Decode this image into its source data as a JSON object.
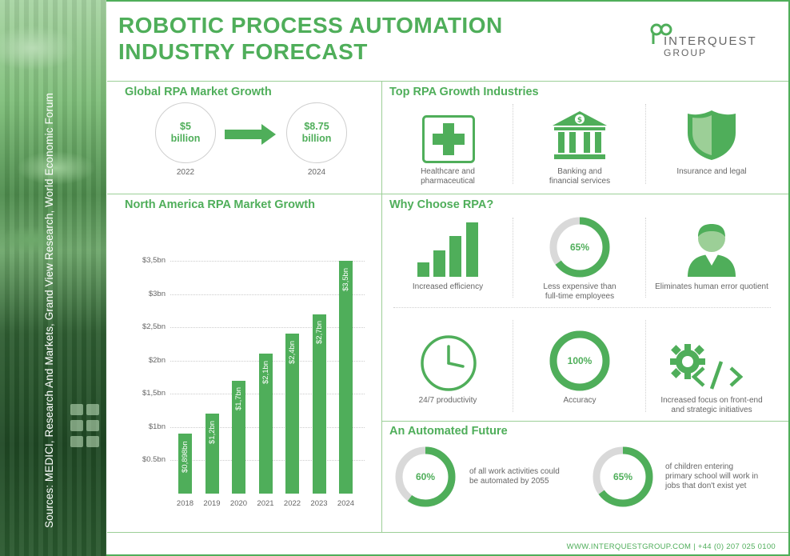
{
  "title_line1": "ROBOTIC PROCESS AUTOMATION",
  "title_line2": "INDUSTRY FORECAST",
  "logo": {
    "name": "INTERQUEST",
    "sub": "GROUP"
  },
  "sources": "Sources: MEDICI, Research And Markets, Grand View Research, World Economic Forum",
  "global": {
    "heading": "Global RPA Market Growth",
    "from_value": "$5",
    "from_unit": "billion",
    "from_year": "2022",
    "to_value": "$8.75",
    "to_unit": "billion",
    "to_year": "2024"
  },
  "industries": {
    "heading": "Top RPA Growth Industries",
    "items": [
      {
        "icon": "medical-cross-icon",
        "label_line1": "Healthcare and",
        "label_line2": "pharmaceutical"
      },
      {
        "icon": "bank-icon",
        "label_line1": "Banking and",
        "label_line2": "financial services"
      },
      {
        "icon": "shield-icon",
        "label_line1": "Insurance and legal",
        "label_line2": ""
      }
    ]
  },
  "north_america": {
    "heading": "North America RPA Market Growth"
  },
  "chart_data": {
    "type": "bar",
    "title": "North America RPA Market Growth",
    "categories": [
      "2018",
      "2019",
      "2020",
      "2021",
      "2022",
      "2023",
      "2024"
    ],
    "values": [
      0.898,
      1.2,
      1.7,
      2.1,
      2.4,
      2.7,
      3.5
    ],
    "data_labels": [
      "$0,898bn",
      "$1,2bn",
      "$1,7bn",
      "$2,1bn",
      "$2,4bn",
      "$2,7bn",
      "$3,5bn"
    ],
    "ylim": [
      0,
      3.5
    ],
    "yticks": [
      0.5,
      1,
      1.5,
      2,
      2.5,
      3,
      3.5
    ],
    "ytick_labels": [
      "$0.5bn",
      "$1bn",
      "$1,5bn",
      "$2bn",
      "$2,5bn",
      "$3bn",
      "$3,5bn"
    ],
    "grid": true,
    "color": "#4fae5a"
  },
  "why": {
    "heading": "Why Choose RPA?",
    "items": [
      {
        "icon": "bar-chart-icon",
        "label_line1": "Increased efficiency",
        "label_line2": ""
      },
      {
        "icon": "ring-icon",
        "ring_value": "65%",
        "ring_fraction": 0.65,
        "label_line1": "Less expensive than",
        "label_line2": "full-time employees"
      },
      {
        "icon": "person-icon",
        "label_line1": "Eliminates human error quotient",
        "label_line2": ""
      },
      {
        "icon": "clock-icon",
        "label_line1": "24/7 productivity",
        "label_line2": ""
      },
      {
        "icon": "ring-icon",
        "ring_value": "100%",
        "ring_fraction": 1.0,
        "label_line1": "Accuracy",
        "label_line2": ""
      },
      {
        "icon": "gear-code-icon",
        "label_line1": "Increased focus on front-end",
        "label_line2": "and strategic initiatives"
      }
    ]
  },
  "future": {
    "heading": "An Automated Future",
    "items": [
      {
        "value": "60%",
        "fraction": 0.6,
        "line1": "of all work activities could",
        "line2": "be automated by 2055",
        "line3": ""
      },
      {
        "value": "65%",
        "fraction": 0.65,
        "line1": "of children entering",
        "line2": "primary school will work in",
        "line3": "jobs that don't exist yet"
      }
    ]
  },
  "footer": "WWW.INTERQUESTGROUP.COM  |  +44 (0) 207 025 0100",
  "colors": {
    "accent": "#4fae5a",
    "light_accent": "#9ccf97",
    "ring_track": "#d9d9d9"
  }
}
